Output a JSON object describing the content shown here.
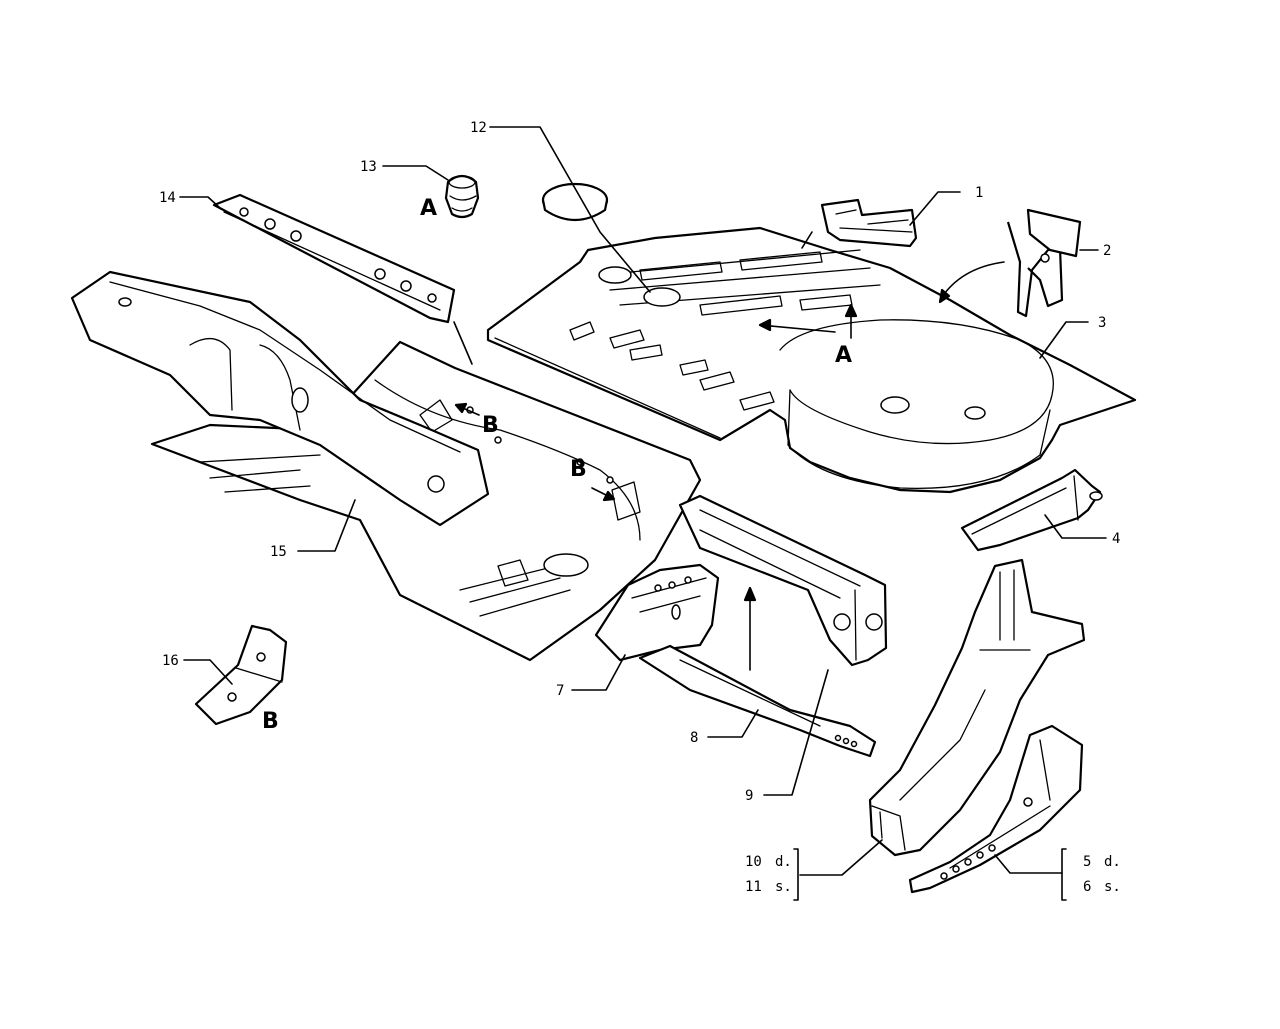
{
  "diagram": {
    "parts": [
      {
        "id": "1",
        "label": "1"
      },
      {
        "id": "2",
        "label": "2"
      },
      {
        "id": "3",
        "label": "3"
      },
      {
        "id": "4",
        "label": "4"
      },
      {
        "id": "5",
        "label": "5",
        "suffix": "d."
      },
      {
        "id": "6",
        "label": "6",
        "suffix": "s."
      },
      {
        "id": "7",
        "label": "7"
      },
      {
        "id": "8",
        "label": "8"
      },
      {
        "id": "9",
        "label": "9"
      },
      {
        "id": "10",
        "label": "10",
        "suffix": "d."
      },
      {
        "id": "11",
        "label": "11",
        "suffix": "s."
      },
      {
        "id": "12",
        "label": "12"
      },
      {
        "id": "13",
        "label": "13"
      },
      {
        "id": "14",
        "label": "14"
      },
      {
        "id": "15",
        "label": "15"
      },
      {
        "id": "16",
        "label": "16"
      }
    ],
    "references": {
      "a": "A",
      "b": "B"
    }
  }
}
